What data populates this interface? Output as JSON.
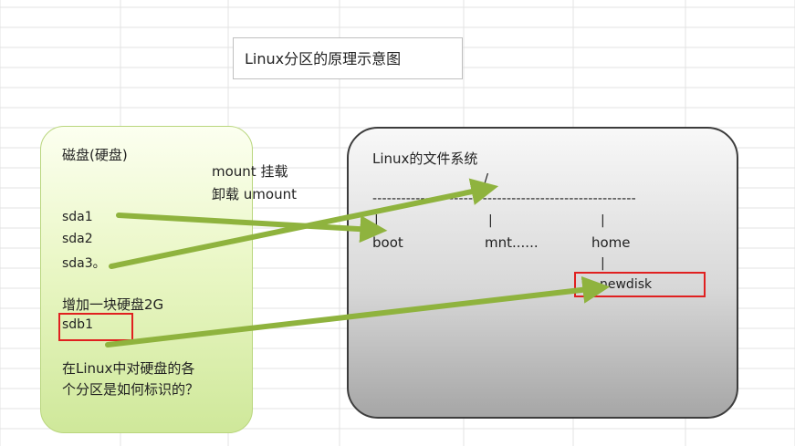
{
  "title": "Linux分区的原理示意图",
  "disk": {
    "heading": "磁盘(硬盘)",
    "partitions": [
      "sda1",
      "sda2",
      "sda3。"
    ],
    "add_disk": "增加一块硬盘2G",
    "new_partition": "sdb1",
    "question_line1": "在Linux中对硬盘的各",
    "question_line2": "个分区是如何标识的？"
  },
  "ops": {
    "mount": "mount 挂载",
    "umount": "卸载 umount"
  },
  "filesystem": {
    "heading": "Linux的文件系统",
    "root_symbol": "/",
    "dash_line": "-------------------------------------------------------",
    "pipe": "|",
    "dirs": [
      "boot",
      "mnt......",
      "home"
    ],
    "subdir": "newdisk"
  },
  "colors": {
    "arrow": "#8fb33e",
    "highlight_border": "#e02020",
    "disk_fill": "#dff0b0",
    "fs_fill": "#cfcfcf"
  }
}
